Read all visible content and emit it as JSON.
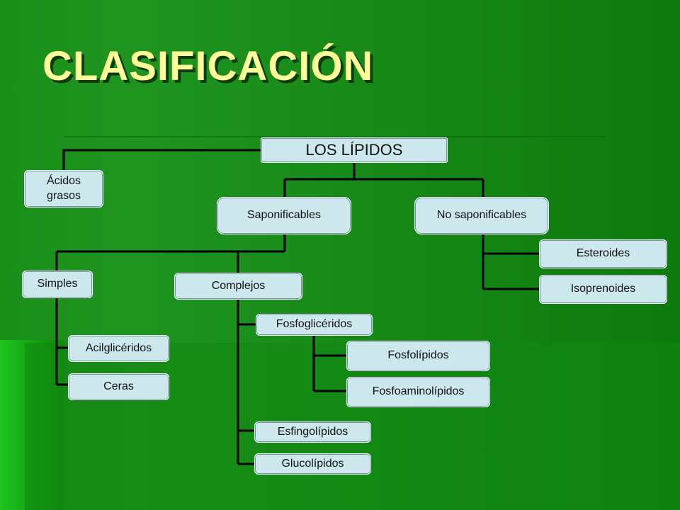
{
  "slide": {
    "title": "CLASIFICACIÓN"
  },
  "nodes": {
    "root": "LOS LÍPIDOS",
    "acidos_grasos": "Ácidos grasos",
    "saponificables": "Saponificables",
    "no_saponificables": "No saponificables",
    "esteroides": "Esteroides",
    "isoprenoides": "Isoprenoides",
    "simples": "Simples",
    "complejos": "Complejos",
    "acilgliceridos": "Acilglicéridos",
    "ceras": "Ceras",
    "fosfogliceridos": "Fosfoglicéridos",
    "fosfolipidos": "Fosfolípidos",
    "fosfoaminolipidos": "Fosfoaminolípidos",
    "esfingolipidos": "Esfingolípidos",
    "glucolipidos": "Glucolípidos"
  },
  "colors": {
    "node_fill": "#cde8ec",
    "title_text": "#ffff99",
    "connector": "#000000"
  }
}
